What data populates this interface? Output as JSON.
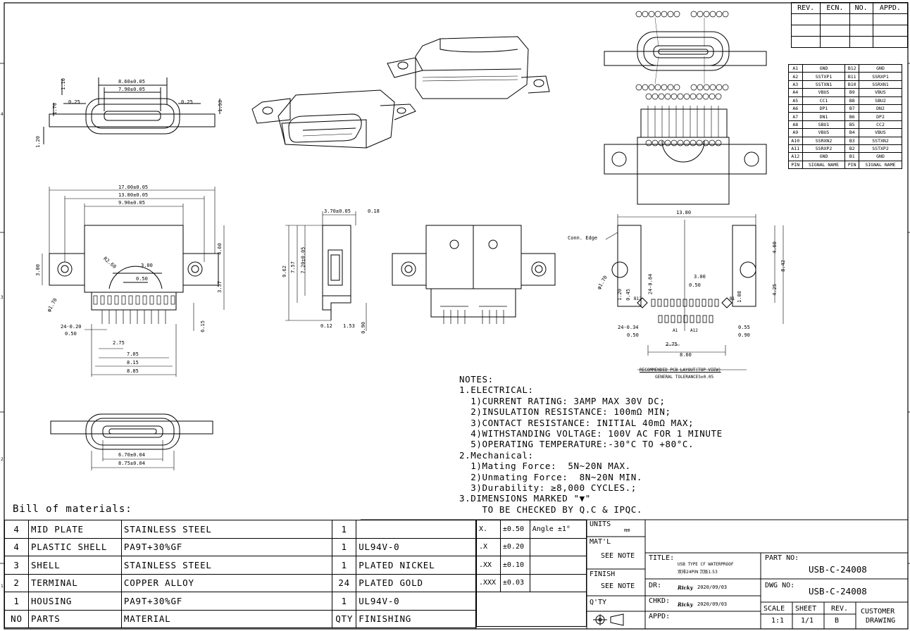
{
  "revision_table": {
    "headers": [
      "REV.",
      "ECN.",
      "NO.",
      "APPD."
    ]
  },
  "signal_table": {
    "rows": [
      [
        "A1",
        "GND",
        "B12",
        "GND"
      ],
      [
        "A2",
        "SSTXP1",
        "B11",
        "SSRXP1"
      ],
      [
        "A3",
        "SSTXN1",
        "B10",
        "SSRXN1"
      ],
      [
        "A4",
        "VBUS",
        "B9",
        "VBUS"
      ],
      [
        "A5",
        "CC1",
        "B8",
        "SBU2"
      ],
      [
        "A6",
        "DP1",
        "B7",
        "DN2"
      ],
      [
        "A7",
        "DN1",
        "B6",
        "DP2"
      ],
      [
        "A8",
        "SBU1",
        "B5",
        "CC2"
      ],
      [
        "A9",
        "VBUS",
        "B4",
        "VBUS"
      ],
      [
        "A10",
        "SSRXN2",
        "B3",
        "SSTXN2"
      ],
      [
        "A11",
        "SSRXP2",
        "B2",
        "SSTXP2"
      ],
      [
        "A12",
        "GND",
        "B1",
        "GND"
      ]
    ],
    "footer": [
      "PIN",
      "SIGNAL NAME",
      "PIN",
      "SIGNAL NAME"
    ]
  },
  "dims": {
    "top_86": "8.60±0.05",
    "top_79": "7.90±0.05",
    "top_025a": "0.25",
    "top_025b": "0.25",
    "top_110": "1.10",
    "top_170": "1.70",
    "top_153": "1.53",
    "top_120": "1.20",
    "side_17": "17.00±0.05",
    "side_138": "13.80±0.05",
    "side_99": "9.90±0.05",
    "side_300": "3.00",
    "side_300b": "3.00",
    "side_r260": "R2.60",
    "side_050": "0.50",
    "side_460": "4.60",
    "side_357": "3.57",
    "side_phi170": "φ1.70",
    "side_24020": "24-0.20",
    "side_050b": "0.50",
    "side_275": "2.75",
    "side_615": "6.15",
    "side_705": "7.05",
    "side_815": "8.15",
    "side_885": "8.85",
    "mid_370": "3.70±0.05",
    "mid_018": "0.18",
    "mid_962": "9.62",
    "mid_757": "7.57",
    "mid_720": "7.20±0.05",
    "mid_012": "0.12",
    "mid_153": "1.53",
    "mid_090": "0.90",
    "pcb_1380": "13.80",
    "pcb_conn": "Conn. Edge",
    "pcb_460": "4.60",
    "pcb_842": "8.42",
    "pcb_425": "4.25",
    "pcb_phi170": "φ1.70",
    "pcb_24084": "24-0.84",
    "pcb_300": "3.00",
    "pcb_050": "0.50",
    "pcb_120": "1.20",
    "pcb_045": "0.45",
    "pcb_108": "1.08",
    "pcb_b12": "B12",
    "pcb_b1": "B1",
    "pcb_a1": "A1",
    "pcb_a12": "A12",
    "pcb_24034": "24-0.34",
    "pcb_050b": "0.50",
    "pcb_275": "2.75",
    "pcb_860": "8.60",
    "pcb_055": "0.55",
    "pcb_090": "0.90",
    "pcb_title": "RECOMMENDED PCB LAYOUT(TOP VIEW)",
    "pcb_tol": "GENERAL TOLERANCES±0.05",
    "front_670": "6.70±0.04",
    "front_675": "8.75±0.04"
  },
  "notes": {
    "lines": [
      "NOTES:",
      "1.ELECTRICAL:",
      "  1)CURRENT RATING: 3AMP MAX 30V DC;",
      "  2)INSULATION RESISTANCE: 100mΩ MIN;",
      "  3)CONTACT RESISTANCE: INITIAL 40mΩ MAX;",
      "  4)WITHSTANDING VOLTAGE: 100V AC FOR 1 MINUTE",
      "  5)OPERATING TEMPERATURE:-30°C TO +80°C.",
      "2.Mechanical:",
      "  1)Mating Force:  5N~20N MAX.",
      "  2)Unmating Force:  8N~20N MIN.",
      "  3)Durability: ≥8,000 CYCLES.;",
      "3.DIMENSIONS MARKED \"▼\"",
      "    TO BE CHECKED BY Q.C & IPQC."
    ]
  },
  "bom": {
    "title": "Bill of materials:",
    "rows": [
      [
        "4",
        "MID PLATE",
        "STAINLESS STEEL",
        "1",
        ""
      ],
      [
        "4",
        "PLASTIC SHELL",
        "PA9T+30%GF",
        "1",
        "UL94V-0"
      ],
      [
        "3",
        "SHELL",
        "STAINLESS STEEL",
        "1",
        "PLATED NICKEL"
      ],
      [
        "2",
        "TERMINAL",
        "COPPER ALLOY",
        "24",
        "PLATED GOLD"
      ],
      [
        "1",
        "HOUSING",
        "PA9T+30%GF",
        "1",
        "UL94V-0"
      ],
      [
        "NO",
        "PARTS",
        "MATERIAL",
        "QTY",
        "FINISHING"
      ]
    ]
  },
  "tolerances": {
    "rows": [
      [
        "X.",
        "±0.50",
        "Angle  ±1°"
      ],
      [
        ".X",
        "±0.20",
        ""
      ],
      [
        ".XX",
        "±0.10",
        ""
      ],
      [
        ".XXX",
        "±0.03",
        ""
      ]
    ]
  },
  "title_block": {
    "units_label": "UNITS",
    "units_value": "mm",
    "matl_label": "MAT'L",
    "matl_value": "SEE NOTE",
    "finish_label": "FINISH",
    "finish_value": "SEE NOTE",
    "qty_label": "Q'TY",
    "title_label": "TITLE:",
    "title_line1": "USB TYPE CF WATERPROOF",
    "title_line2": "双排24PIN 沉板1.53",
    "dr_label": "DR:",
    "dr_name": "Ricky",
    "dr_date": "2020/09/03",
    "chkd_label": "CHKD:",
    "chkd_name": "Ricky",
    "chkd_date": "2020/09/03",
    "appd_label": "APPD:",
    "partno_label": "PART NO:",
    "partno_value": "USB-C-24008",
    "dwgno_label": "DWG NO:",
    "dwgno_value": "USB-C-24008",
    "scale_label": "SCALE",
    "scale_value": "1:1",
    "sheet_label": "SHEET",
    "sheet_value": "1/1",
    "rev_label": "REV.",
    "rev_value": "B",
    "customer_line1": "CUSTOMER",
    "customer_line2": "DRAWING"
  },
  "border": {
    "row_marks": [
      "4",
      "3",
      "2",
      "1"
    ]
  }
}
